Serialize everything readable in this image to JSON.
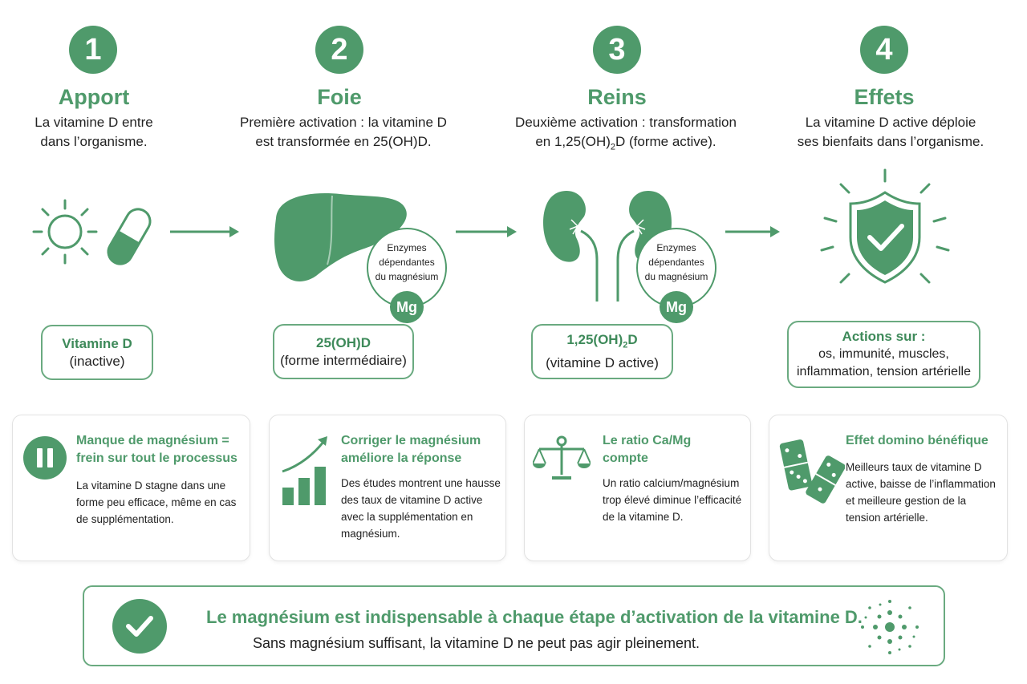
{
  "colors": {
    "accent": "#4f9a6b",
    "border": "#6aaa80",
    "card_border": "#e2e2e2"
  },
  "steps": [
    {
      "number": "1",
      "title": "Apport",
      "desc_line1": "La vitamine D entre",
      "desc_line2": "dans l’organisme.",
      "box_line1": "Vitamine D",
      "box_line2": "(inactive)",
      "icons": [
        "sun-icon",
        "capsule-icon"
      ]
    },
    {
      "number": "2",
      "title": "Foie",
      "desc_line1": "Première activation : la vitamine D",
      "desc_line2": "est transformée en 25(OH)D.",
      "box_line1": "25(OH)D",
      "box_line2": "(forme intermédiaire)",
      "icons": [
        "liver-icon"
      ],
      "enzyme": {
        "line1": "Enzymes",
        "line2": "dépendantes",
        "line3": "du magnésium",
        "badge": "Mg"
      }
    },
    {
      "number": "3",
      "title": "Reins",
      "desc_line1": "Deuxième activation : transformation",
      "desc_line2_pre": "en 1,25(OH)",
      "desc_line2_sub": "2",
      "desc_line2_post": "D (forme active).",
      "box_line1_pre": "1,25(OH)",
      "box_line1_sub": "2",
      "box_line1_post": "D",
      "box_line2": "(vitamine D active)",
      "icons": [
        "kidneys-icon"
      ],
      "enzyme": {
        "line1": "Enzymes",
        "line2": "dépendantes",
        "line3": "du magnésium",
        "badge": "Mg"
      }
    },
    {
      "number": "4",
      "title": "Effets",
      "desc_line1": "La vitamine D active déploie",
      "desc_line2": "ses bienfaits dans l’organisme.",
      "box_line1": "Actions sur :",
      "box_line2": "os, immunité, muscles,",
      "box_line3": "inflammation, tension artérielle",
      "icons": [
        "shield-check-icon"
      ]
    }
  ],
  "cards": [
    {
      "icon": "pause-icon",
      "title_line1": "Manque de magnésium =",
      "title_line2": "frein sur tout le processus",
      "text": [
        "La vitamine D stagne dans une",
        "forme peu efficace, même en cas",
        "de supplémentation."
      ]
    },
    {
      "icon": "growth-chart-icon",
      "title_line1": "Corriger le magnésium",
      "title_line2": "améliore la réponse",
      "text": [
        "Des études montrent une hausse",
        "des taux de vitamine D active",
        "avec la supplémentation en",
        "magnésium."
      ]
    },
    {
      "icon": "balance-scale-icon",
      "title_line1": "Le ratio Ca/Mg",
      "title_line2": "compte",
      "text": [
        "Un ratio calcium/magnésium",
        "trop élevé diminue l’efficacité",
        "de la vitamine D."
      ]
    },
    {
      "icon": "dominoes-icon",
      "title_line1": "Effet domino bénéfique",
      "title_line2": "",
      "text": [
        "Meilleurs taux de vitamine D",
        "active, baisse de l’inflammation",
        "et meilleure gestion de la",
        "tension artérielle."
      ]
    }
  ],
  "banner": {
    "icon": "check-circle-icon",
    "title": "Le magnésium est indispensable à chaque étape d’activation de la vitamine D.",
    "subtitle": "Sans magnésium suffisant, la vitamine D ne peut pas agir pleinement.",
    "decor_icon": "dot-burst-icon"
  }
}
